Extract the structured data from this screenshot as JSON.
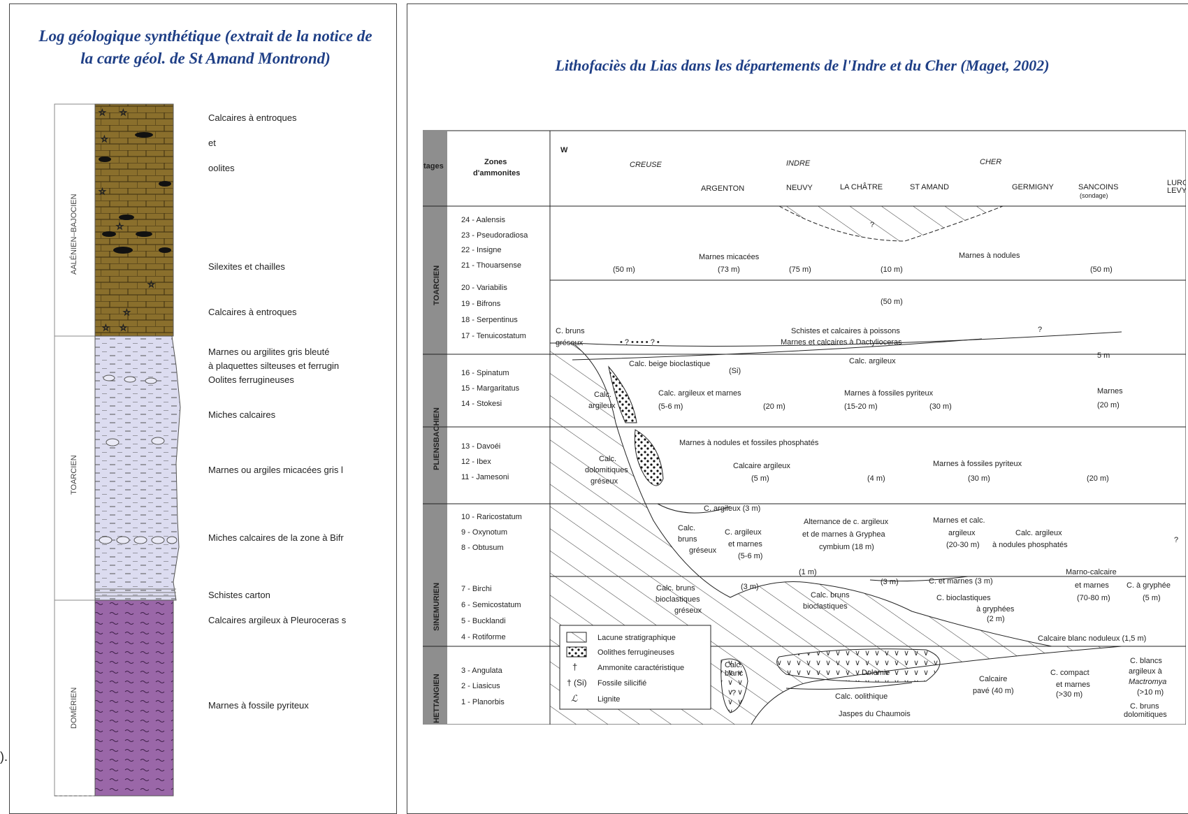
{
  "left_panel": {
    "title": "Log géologique synthétique (extrait de la notice de la carte géol. de St Amand Montrond)",
    "stages": [
      "AALÉNIEN–BAJOCIEN",
      "TOARCIEN",
      "DOMÉRIEN"
    ],
    "labels": [
      "Calcaires à entroques",
      "et",
      "oolites",
      "Silexites et chailles",
      "Calcaires à entroques",
      "Marnes ou argilites gris bleuté",
      "à plaquettes silteuses et ferrugin",
      "Oolites ferrugineuses",
      "Miches calcaires",
      "Marnes ou argiles micacées gris l",
      "Miches calcaires de la zone à Bifr",
      "Schistes carton",
      "Calcaires argileux à Pleuroceras s",
      "Marnes à fossile pyriteux"
    ],
    "stray_text": ")."
  },
  "right_panel": {
    "title": "Lithofaciès du Lias dans les départements de l'Indre et du Cher (Maget, 2002)",
    "header": {
      "stages_label": "tages",
      "zones_label_1": "Zones",
      "zones_label_2": "d'ammonites",
      "west": "W",
      "departments": [
        "CREUSE",
        "INDRE",
        "CHER"
      ],
      "localities": [
        "ARGENTON",
        "NEUVY",
        "LA CHÂTRE",
        "ST AMAND",
        "GERMIGNY",
        "SANCOINS",
        "(sondage)",
        "LURC",
        "LEVY"
      ]
    },
    "stage_names": [
      "TOARCIEN",
      "PLIENSBACHIEN",
      "SINEMURIEN",
      "HETTANGIEN"
    ],
    "zones": [
      "24 - Aalensis",
      "23 - Pseudoradiosa",
      "22 - Insigne",
      "21 - Thouarsense",
      "20 - Variabilis",
      "19 - Bifrons",
      "18 - Serpentinus",
      "17 - Tenuicostatum",
      "16 - Spinatum",
      "15 - Margaritatus",
      "14 - Stokesi",
      "13 - Davoéi",
      "12 - Ibex",
      "11 - Jamesoni",
      "10 - Raricostatum",
      "9 - Oxynotum",
      "8 - Obtusum",
      "7 - Birchi",
      "6 - Semicostatum",
      "5 - Bucklandi",
      "4 - Rotiforme",
      "3 - Angulata",
      "2 - Liasicus",
      "1 - Planorbis"
    ],
    "annotations": {
      "t1": "Marnes micacées",
      "t2": "(50 m)",
      "t3": "(73 m)",
      "t4": "(75 m)",
      "t5": "(10 m)",
      "t6": "Marnes à nodules",
      "t7": "(50 m)",
      "t8": "?",
      "t9": "(50 m)",
      "t10": "C. bruns",
      "t11": "gréseux",
      "t12": "Schistes et calcaires à poissons",
      "t13": "Marnes et calcaires à Dactylioceras",
      "t14": "?",
      "t15": "• ? • • • • ? •",
      "p1": "Calc. beige bioclastique",
      "p2": "(Si)",
      "p3": "Calc. argileux",
      "p4": "5 m",
      "p5": "Calc.",
      "p6": "argileux",
      "p7": "Calc. argileux et marnes",
      "p8": "(5-6 m)",
      "p9": "(20 m)",
      "p10": "Marnes à fossiles pyriteux",
      "p11": "(15-20 m)",
      "p12": "(30 m)",
      "p13": "Marnes",
      "p14": "(20 m)",
      "p15": "Marnes à nodules et fossiles phosphatés",
      "p16": "Calc.",
      "p17": "dolomitiques",
      "p18": "gréseux",
      "p19": "Calcaire argileux",
      "p20": "(5 m)",
      "p21": "(4 m)",
      "p22": "Marnes à fossiles pyriteux",
      "p23": "(30 m)",
      "p24": "(20 m)",
      "s1": "C. argileux (3 m)",
      "s2": "Calc.",
      "s3": "bruns",
      "s4": "gréseux",
      "s5": "C. argileux",
      "s6": "et marnes",
      "s7": "(5-6 m)",
      "s8": "Alternance de c. argileux",
      "s9": "et de marnes à Gryphea",
      "s10": "cymbium (18 m)",
      "s11": "Marnes et calc.",
      "s12": "argileux",
      "s13": "(20-30 m)",
      "s14": "Calc. argileux",
      "s15": "à nodules phosphatés",
      "s16": "?",
      "s17": "(1 m)",
      "s18": "(3 m)",
      "s19": "C. et marnes (3 m)",
      "s20": "Marno-calcaire",
      "s21": "Calc. bruns",
      "s22": "bioclastiques",
      "s23": "gréseux",
      "s24": "(3 m)",
      "s25": "Calc. bruns",
      "s26": "bioclastiques",
      "s27": "C. bioclastiques",
      "s28": "à gryphées",
      "s29": "(2 m)",
      "s30": "et marnes",
      "s31": "(70-80 m)",
      "s32": "C. à gryphée",
      "s33": "(5 m)",
      "s34": "Calcaire blanc noduleux (1,5 m)",
      "h1": "Calc.",
      "h2": "blanc",
      "h3": "?",
      "h4": "Dolomie",
      "h5": "Calcaire",
      "h6": "pavé (40 m)",
      "h7": "Calc. oolithique",
      "h8": "Jaspes du Chaumois",
      "h9": "C. compact",
      "h10": "et marnes",
      "h11": "(>30 m)",
      "h12": "C. blancs",
      "h13": "argileux à",
      "h14": "Mactromya",
      "h15": "(>10 m)",
      "h16": "C. bruns",
      "h17": "dolomitiques"
    },
    "legend": [
      "Lacune stratigraphique",
      "Oolithes ferrugineuses",
      "Ammonite caractéristique",
      "Fossile silicifié",
      "Lignite"
    ],
    "legend_si": "(Si)"
  },
  "colors": {
    "title_blue": "#1f3f86",
    "aalenien": "#8a6f2c",
    "toarcien": "#dcdcf0",
    "domerien": "#9a67a8",
    "stage_bar": "#8e8e8e"
  }
}
